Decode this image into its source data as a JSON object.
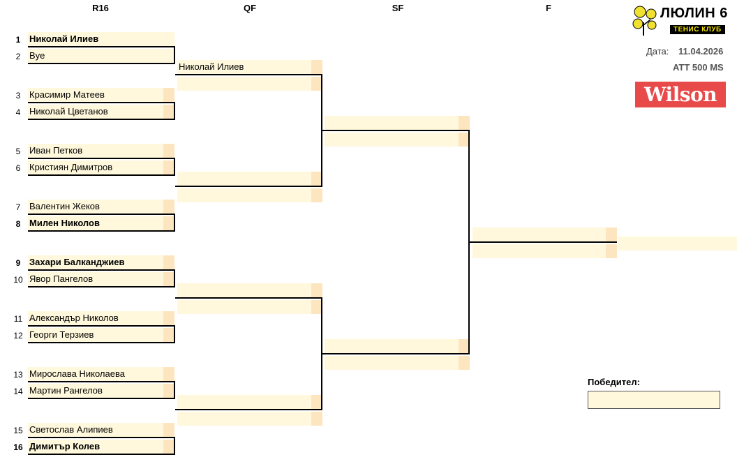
{
  "rounds": [
    "R16",
    "QF",
    "SF",
    "F"
  ],
  "club": {
    "name": "ЛЮЛИН 6",
    "subtitle": "ТЕНИС КЛУБ"
  },
  "date_label": "Дата:",
  "date_value": "11.04.2026",
  "event": "ATT 500 MS",
  "sponsor": "Wilson",
  "winner_label": "Победител:",
  "winner_value": "",
  "r16": [
    {
      "seed": "1",
      "name": "Николай Илиев",
      "bold": true
    },
    {
      "seed": "2",
      "name": "Bye",
      "bold": false
    },
    {
      "seed": "3",
      "name": "Красимир Матеев",
      "bold": false
    },
    {
      "seed": "4",
      "name": "Николай Цветанов",
      "bold": false
    },
    {
      "seed": "5",
      "name": "Иван Петков",
      "bold": false
    },
    {
      "seed": "6",
      "name": "Кристиян Димитров",
      "bold": false
    },
    {
      "seed": "7",
      "name": "Валентин Жеков",
      "bold": false
    },
    {
      "seed": "8",
      "name": "Милен Николов",
      "bold": true
    },
    {
      "seed": "9",
      "name": "Захари Балканджиев",
      "bold": true
    },
    {
      "seed": "10",
      "name": "Явор Пангелов",
      "bold": false
    },
    {
      "seed": "11",
      "name": "Александър Николов",
      "bold": false
    },
    {
      "seed": "12",
      "name": "Георги Терзиев",
      "bold": false
    },
    {
      "seed": "13",
      "name": "Мирослава Николаева",
      "bold": false
    },
    {
      "seed": "14",
      "name": "Мартин Рангелов",
      "bold": false
    },
    {
      "seed": "15",
      "name": "Светослав Алипиев",
      "bold": false
    },
    {
      "seed": "16",
      "name": "Димитър Колев",
      "bold": true
    }
  ],
  "qf": [
    "Николай Илиев",
    "",
    "",
    "",
    "",
    "",
    "",
    ""
  ],
  "sf": [
    "",
    "",
    "",
    ""
  ],
  "final": [
    "",
    ""
  ],
  "colors": {
    "slot_bg": "#fff8dc",
    "score_bg": "#fde6bf",
    "wilson_red": "#e84a4a"
  }
}
